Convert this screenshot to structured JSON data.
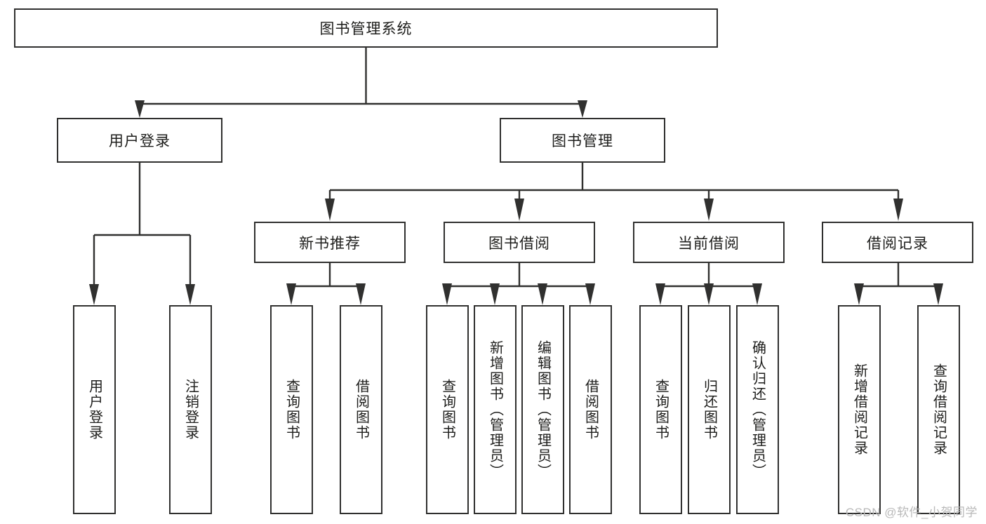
{
  "diagram": {
    "type": "tree-hierarchy-chart",
    "title": "图书管理系统",
    "orientation": "top-down",
    "node_border_color": "#30302f",
    "node_fill_color": "#ffffff",
    "text_color": "#1d1d1b",
    "background_color": "#ffffff",
    "root": {
      "id": "root",
      "label": "图书管理系统",
      "text_direction": "horizontal"
    },
    "level2": [
      {
        "id": "user-login",
        "label": "用户登录",
        "text_direction": "horizontal"
      },
      {
        "id": "book-manage",
        "label": "图书管理",
        "text_direction": "horizontal"
      }
    ],
    "level3": [
      {
        "id": "new-book-recommend",
        "label": "新书推荐",
        "parent": "book-manage",
        "text_direction": "horizontal"
      },
      {
        "id": "book-borrow",
        "label": "图书借阅",
        "parent": "book-manage",
        "text_direction": "horizontal"
      },
      {
        "id": "current-borrow",
        "label": "当前借阅",
        "parent": "book-manage",
        "text_direction": "horizontal"
      },
      {
        "id": "borrow-record",
        "label": "借阅记录",
        "parent": "book-manage",
        "text_direction": "horizontal"
      }
    ],
    "leaves": [
      {
        "id": "leaf-user-login",
        "label": "用户登录",
        "parent": "user-login"
      },
      {
        "id": "leaf-user-logout",
        "label": "注销登录",
        "parent": "user-login"
      },
      {
        "id": "leaf-query-book-1",
        "label": "查询图书",
        "parent": "new-book-recommend"
      },
      {
        "id": "leaf-borrow-book-1",
        "label": "借阅图书",
        "parent": "new-book-recommend"
      },
      {
        "id": "leaf-query-book-2",
        "label": "查询图书",
        "parent": "book-borrow"
      },
      {
        "id": "leaf-add-book",
        "label": "新增图书（管理员）",
        "parent": "book-borrow"
      },
      {
        "id": "leaf-edit-book",
        "label": "编辑图书（管理员）",
        "parent": "book-borrow"
      },
      {
        "id": "leaf-borrow-book-2",
        "label": "借阅图书",
        "parent": "book-borrow"
      },
      {
        "id": "leaf-query-book-3",
        "label": "查询图书",
        "parent": "current-borrow"
      },
      {
        "id": "leaf-return-book",
        "label": "归还图书",
        "parent": "current-borrow"
      },
      {
        "id": "leaf-confirm-return",
        "label": "确认归还（管理员）",
        "parent": "current-borrow"
      },
      {
        "id": "leaf-add-record",
        "label": "新增借阅记录",
        "parent": "borrow-record"
      },
      {
        "id": "leaf-query-record",
        "label": "查询借阅记录",
        "parent": "borrow-record"
      }
    ]
  },
  "watermark": {
    "text": "CSDN @软件_小贺同学"
  }
}
